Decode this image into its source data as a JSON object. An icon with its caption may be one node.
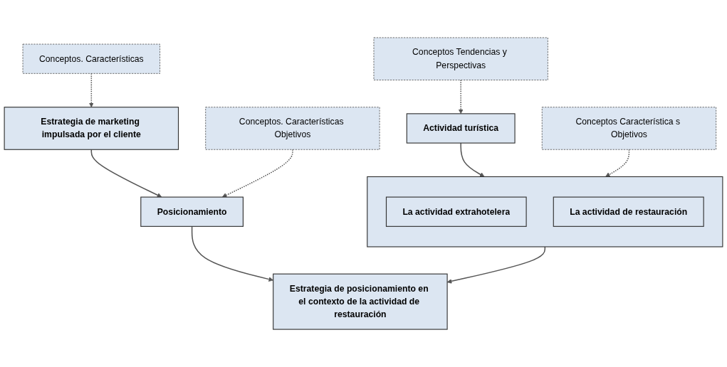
{
  "diagram": {
    "nodes": [
      {
        "text": [
          "Conceptos Tendencias y Perspectivas"
        ]
      },
      {
        "text": [
          "Actividad turística"
        ]
      },
      {
        "text": [],
        "shape": "box"
      },
      {
        "text": [
          "La actividad extrahotelera"
        ],
        "in": 2
      },
      {
        "text": [
          "La actividad de restauración"
        ],
        "in": 2
      },
      {
        "text": [
          "Conceptos Característica s Objetivos"
        ]
      },
      {
        "text": [
          "Estrategia de marketing impulsada por el cliente"
        ]
      },
      {
        "text": [
          "Conceptos. Características"
        ]
      },
      {
        "text": [
          "Posicionamiento"
        ]
      },
      {
        "text": [
          "Conceptos. Características Objetivos"
        ]
      },
      {
        "text": [
          "Estrategia de posicionamiento en el contexto de la actividad de restauración"
        ]
      }
    ],
    "edges": [
      {
        "from": 0,
        "to": 1,
        "arrow": "to",
        "style": "dashed"
      },
      {
        "from": 1,
        "to": 2,
        "arrow": "to"
      },
      {
        "from": 5,
        "to": 2,
        "arrow": "to",
        "style": "dashed"
      },
      {
        "from": 7,
        "to": 6,
        "arrow": "to",
        "style": "dashed"
      },
      {
        "from": 6,
        "to": 8,
        "arrow": "to"
      },
      {
        "from": 9,
        "to": 8,
        "arrow": "to",
        "style": "dashed"
      },
      {
        "from": 2,
        "to": 10,
        "arrow": "to"
      },
      {
        "from": 8,
        "to": 10,
        "arrow": "to"
      }
    ]
  }
}
